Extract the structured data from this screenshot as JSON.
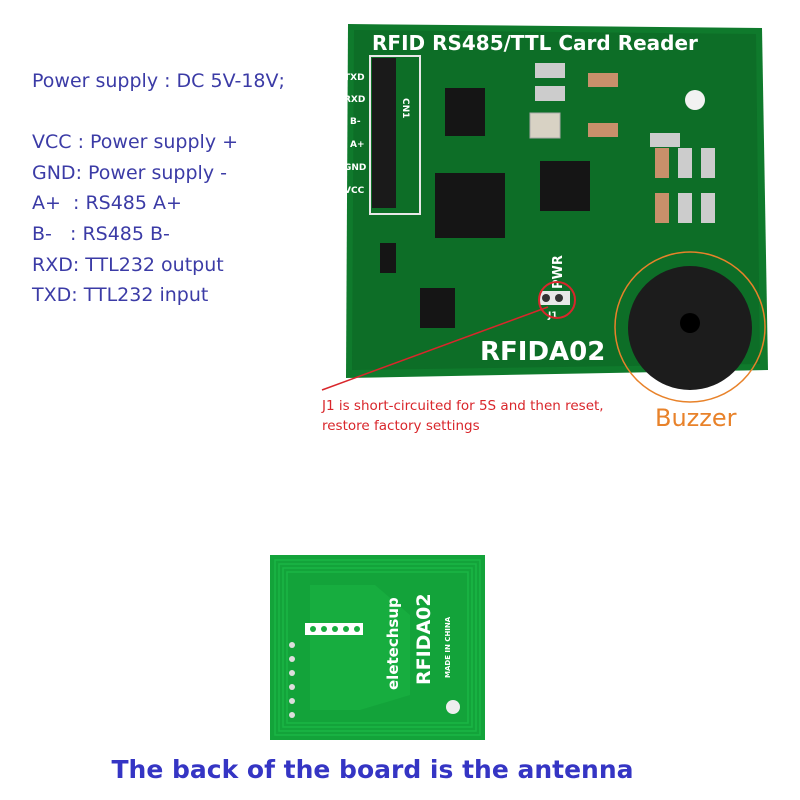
{
  "specs": {
    "power": "Power supply : DC 5V-18V;",
    "vcc": "VCC : Power supply +",
    "gnd": "GND: Power supply -",
    "a_plus": "A+  : RS485 A+",
    "b_minus": "B-   : RS485 B-",
    "rxd": "RXD: TTL232 output",
    "txd": "TXD: TTL232 input"
  },
  "front_board": {
    "title": "RFID RS485/TTL Card Reader",
    "model": "RFIDA02",
    "pins": [
      "TXD",
      "RXD",
      "B-",
      "A+",
      "GND",
      "VCC"
    ],
    "connector": "CN1",
    "pwr": "PWR",
    "jumper": "J1"
  },
  "back_board": {
    "brand": "eletechsup",
    "model": "RFIDA02",
    "origin": "MADE IN CHINA"
  },
  "annotations": {
    "j1_note_line1": "J1 is short-circuited for 5S and then reset,",
    "j1_note_line2": "restore factory settings",
    "buzzer": "Buzzer",
    "caption": "The back of the board is the antenna"
  },
  "colors": {
    "spec_text": "#3b3ba6",
    "note_red": "#d9262b",
    "buzzer_orange": "#e8822a",
    "caption_blue": "#3535c4",
    "pcb_green": "#0f7a2c"
  }
}
